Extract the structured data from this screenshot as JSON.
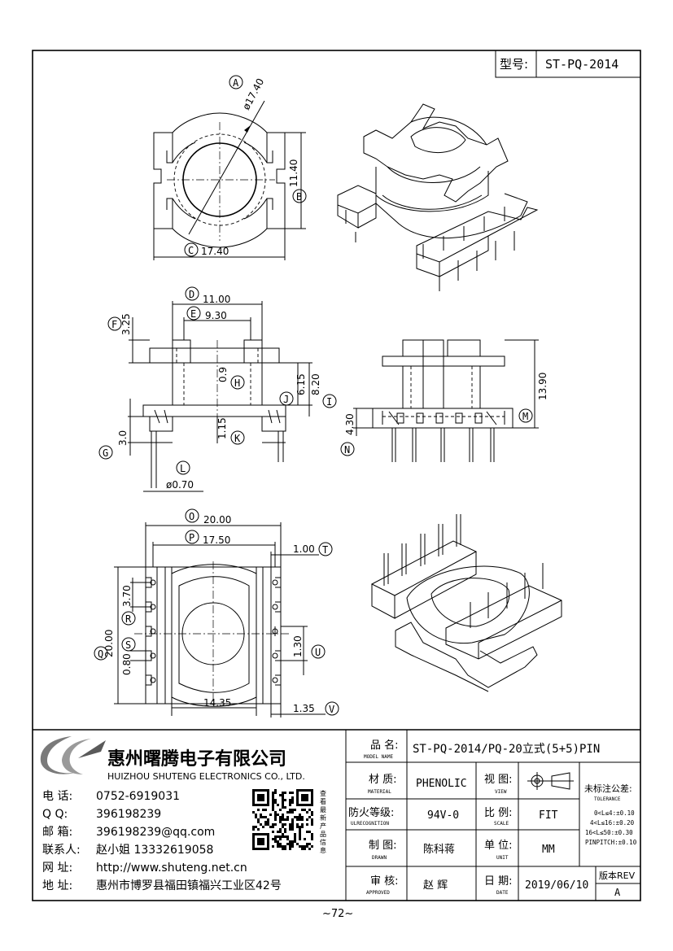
{
  "header": {
    "model_label": "型号:",
    "model_value": "ST-PQ-2014"
  },
  "top_view": {
    "labels": {
      "A": "A",
      "B": "B",
      "C": "C"
    },
    "dims": {
      "diameter": "ø17.40",
      "height": "11.40",
      "width": "17.40"
    }
  },
  "side_view": {
    "labels": {
      "D": "D",
      "E": "E",
      "F": "F",
      "G": "G",
      "H": "H",
      "I": "I",
      "J": "J",
      "K": "K",
      "L": "L"
    },
    "dims": {
      "d": "11.00",
      "e": "9.30",
      "f": "3.25",
      "h": "0.9",
      "j": "6.15",
      "i": "8.20",
      "k": "1.15",
      "g": "3.0",
      "pin": "ø0.70"
    }
  },
  "front_view": {
    "labels": {
      "M": "M",
      "N": "N"
    },
    "dims": {
      "m": "13.90",
      "n": "4.30"
    }
  },
  "bottom_view": {
    "labels": {
      "O": "O",
      "P": "P",
      "Q": "Q",
      "R": "R",
      "S": "S",
      "T": "T",
      "U": "U",
      "V": "V"
    },
    "dims": {
      "o": "20.00",
      "p": "17.50",
      "t": "1.00",
      "r": "3.70",
      "q": "20.00",
      "s": "0.80",
      "u": "1.30",
      "w": "14.35",
      "v": "1.35"
    }
  },
  "company": {
    "name_cn": "惠州曙腾电子有限公司",
    "name_en": "HUIZHOU SHUTENG ELECTRONICS CO., LTD.",
    "contacts": [
      {
        "label": "电  话:",
        "value": "0752-6919031"
      },
      {
        "label": "Q    Q:",
        "value": "396198239"
      },
      {
        "label": "邮  箱:",
        "value": "396198239@qq.com"
      },
      {
        "label": "联系人:",
        "value": "赵小姐 13332619058"
      },
      {
        "label": "网  址:",
        "value": "http://www.shuteng.net.cn"
      },
      {
        "label": "地  址:",
        "value": "惠州市博罗县福田镇福兴工业区42号"
      }
    ],
    "qr_caption": "查看最新产品信息"
  },
  "title_block": {
    "model_name_cn": "品 名:",
    "model_name_en": "MODEL NAME",
    "model_name_value": "ST-PQ-2014/PQ-20立式(5+5)PIN",
    "material_cn": "材 质:",
    "material_en": "MATERIAL",
    "material_value": "PHENOLIC",
    "view_cn": "视 图:",
    "view_en": "VIEW",
    "fire_cn": "防火等级:",
    "fire_en": "ULRECOGNITION",
    "fire_value": "94V-0",
    "scale_cn": "比 例:",
    "scale_en": "SCALE",
    "scale_value": "FIT",
    "drawn_cn": "制 图:",
    "drawn_en": "DRAWN",
    "drawn_value": "陈科蒋",
    "unit_cn": "单 位:",
    "unit_en": "UNIT",
    "unit_value": "MM",
    "approved_cn": "审 核:",
    "approved_en": "APPROVED",
    "approved_value": "赵  辉",
    "date_cn": "日 期:",
    "date_en": "DATE",
    "date_value": "2019/06/10",
    "tolerance_cn": "未标注公差:",
    "tolerance_en": "TOLERANCE",
    "tolerances": [
      "0<L≤4:±0.10",
      "4<L≤16:±0.20",
      "16<L≤50:±0.30",
      "PINPITCH:±0.10"
    ],
    "rev_label": "版本REV",
    "rev_value": "A"
  },
  "page_number": "~72~"
}
